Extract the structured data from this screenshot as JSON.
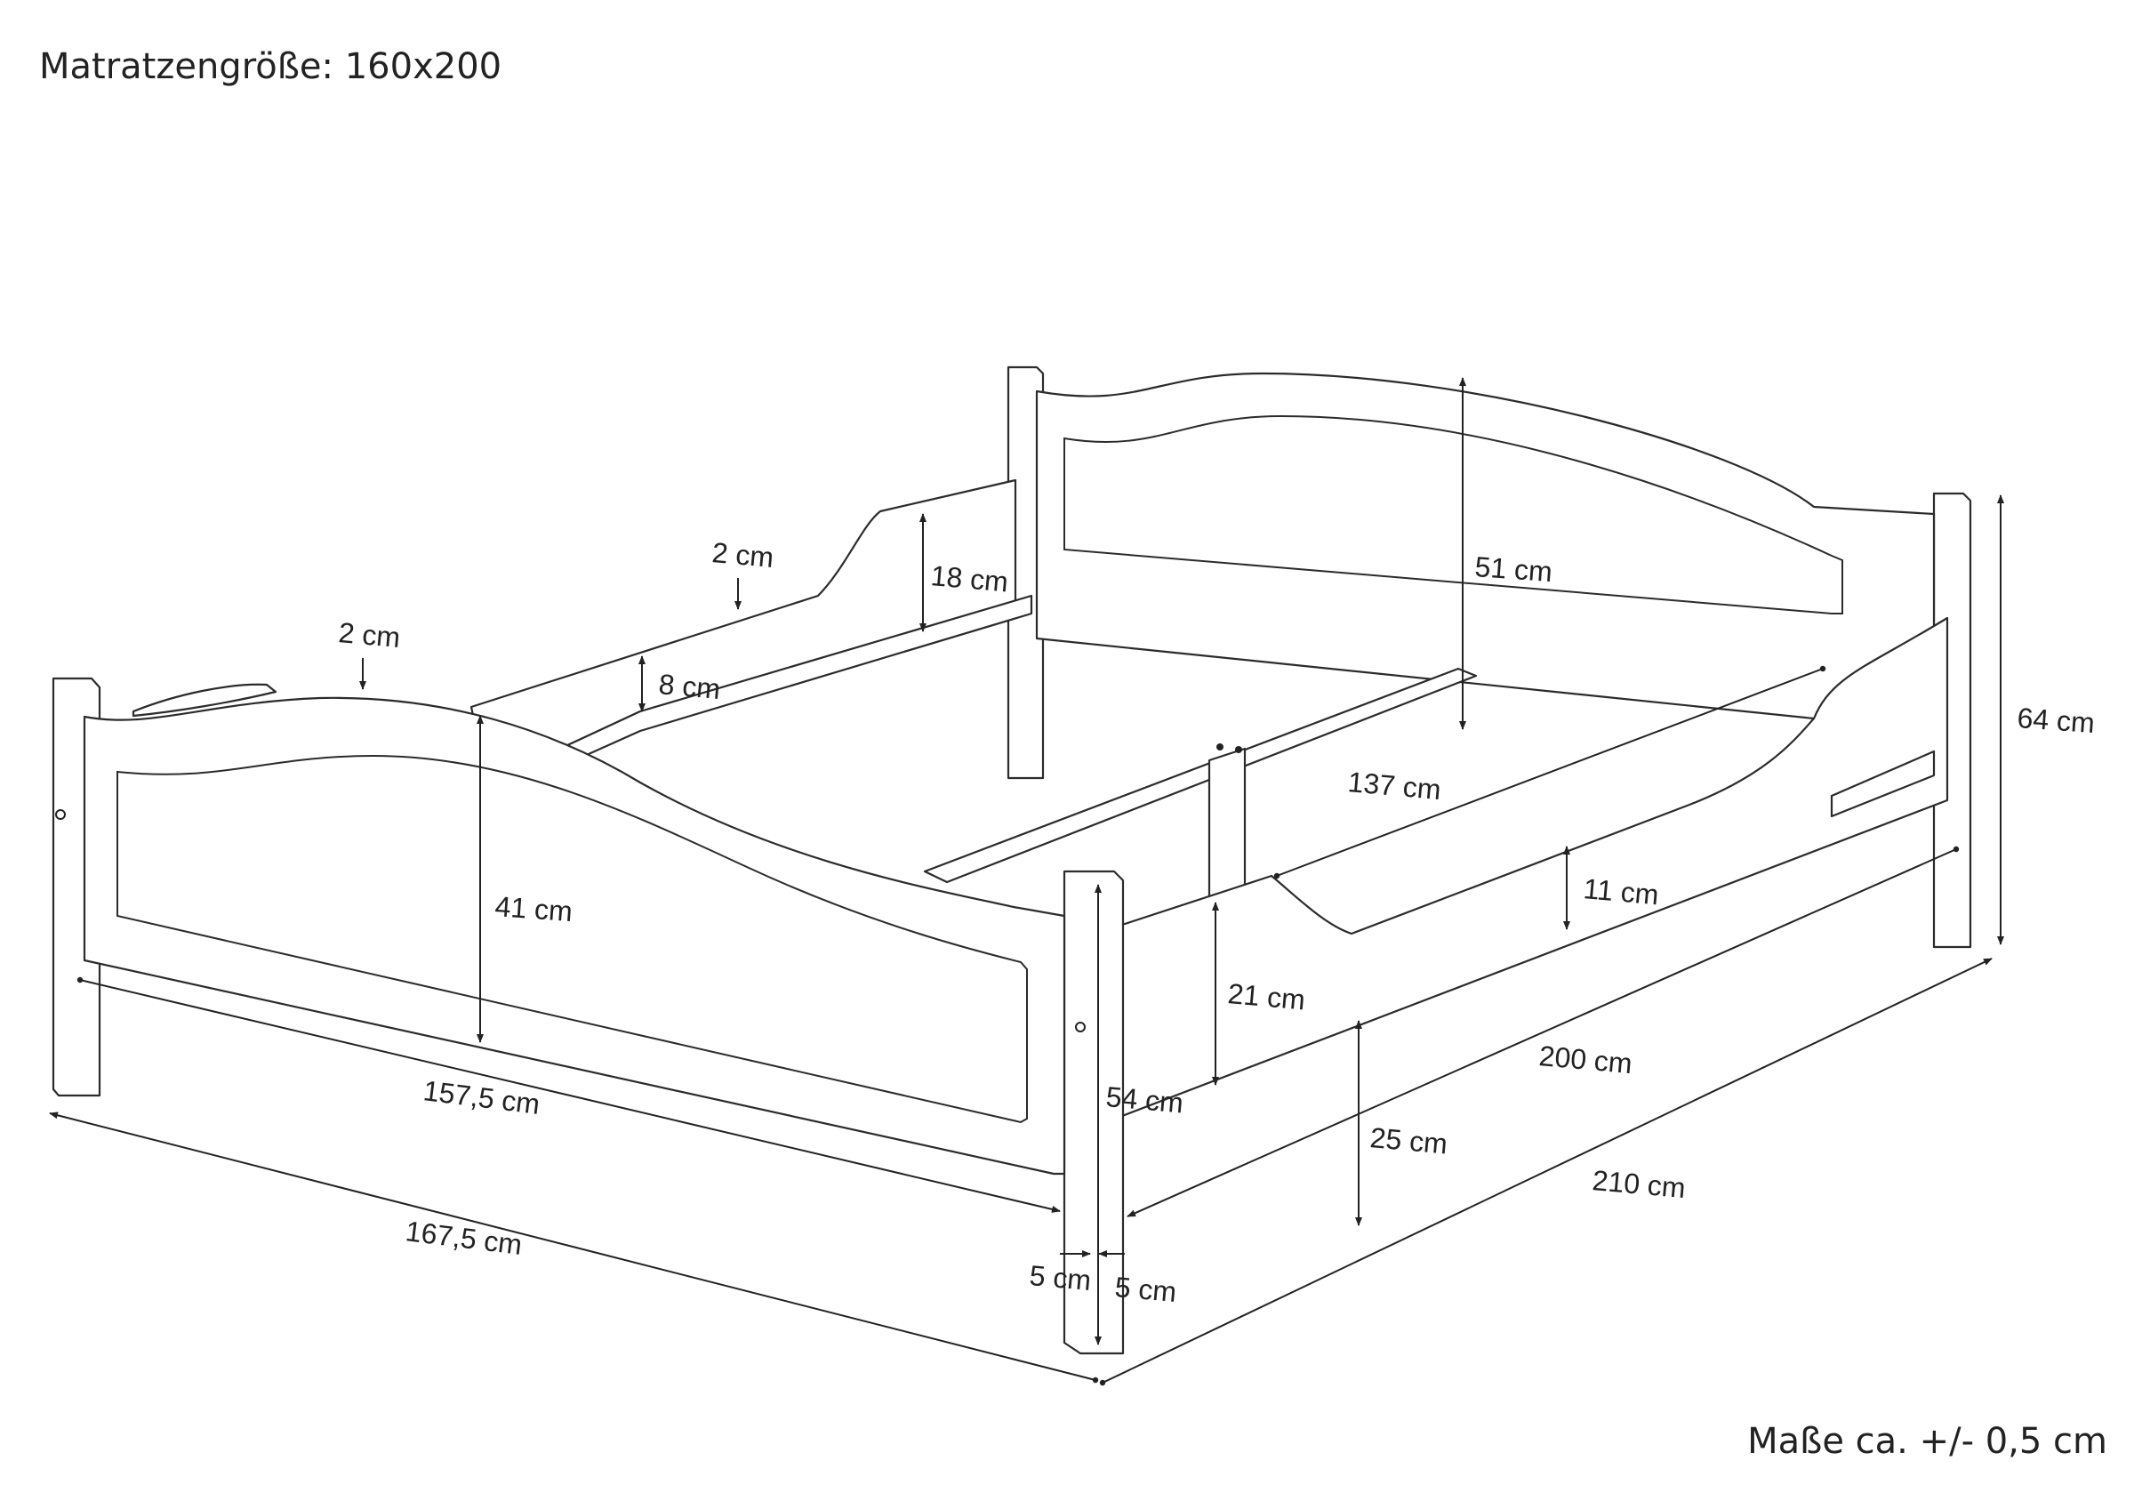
{
  "title": "Matratzengröße: 160x200",
  "footnote": "Maße ca. +/- 0,5 cm",
  "dimensions": {
    "headboard_panel": "51 cm",
    "headboard_total": "64 cm",
    "footboard_panel": "41 cm",
    "footboard_post": "54 cm",
    "rail_top": "2 cm",
    "rail_top_front": "2 cm",
    "rail_height": "18 cm",
    "slat_support": "8 cm",
    "inner_width_rear": "137 cm",
    "side_rail_cut": "11 cm",
    "side_rail": "21 cm",
    "inner_length": "200 cm",
    "clearance": "25 cm",
    "outer_length": "210 cm",
    "inner_width_front": "157,5 cm",
    "outer_width": "167,5 cm",
    "post_a": "5 cm",
    "post_b": "5 cm"
  }
}
